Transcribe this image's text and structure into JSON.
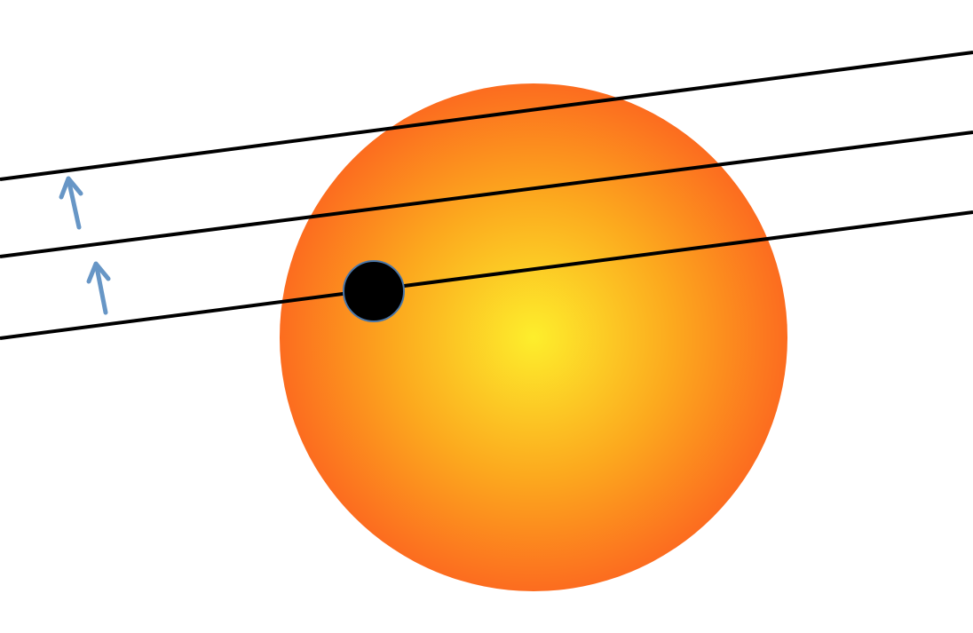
{
  "diagram": {
    "type": "transit-illustration",
    "elements": [
      "star",
      "planet",
      "transit-chords",
      "shift-arrows"
    ],
    "colors": {
      "background": "#ffffff",
      "star_center": "#FDEE2C",
      "star_mid": "#FCA91E",
      "star_edge": "#FC6C1F",
      "planet_fill": "#000000",
      "planet_stroke": "#4A76A8",
      "chord_stroke": "#000000",
      "arrow_color": "#6796C6"
    },
    "icons": [
      "up-arrow-icon",
      "up-arrow-icon"
    ]
  }
}
